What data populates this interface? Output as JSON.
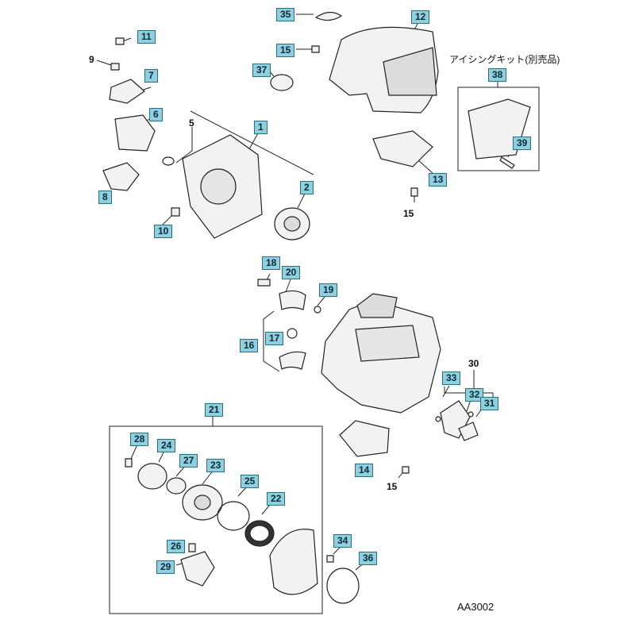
{
  "callouts": {
    "c1": "1",
    "c2": "2",
    "c5": "5",
    "c6": "6",
    "c7": "7",
    "c8": "8",
    "c9": "9",
    "c10": "10",
    "c11": "11",
    "c12": "12",
    "c13": "13",
    "c14": "14",
    "c15a": "15",
    "c15b": "15",
    "c15c": "15",
    "c16": "16",
    "c17": "17",
    "c18": "18",
    "c19": "19",
    "c20": "20",
    "c21": "21",
    "c22": "22",
    "c23": "23",
    "c24": "24",
    "c25": "25",
    "c26": "26",
    "c27": "27",
    "c28": "28",
    "c29": "29",
    "c30": "30",
    "c31": "31",
    "c32": "32",
    "c33": "33",
    "c34": "34",
    "c35": "35",
    "c36": "36",
    "c37": "37",
    "c38": "38",
    "c39": "39"
  },
  "icing_kit_caption": "アイシングキット(別売品)",
  "diagram_code": "AA3002",
  "colors": {
    "callout_fill": "#8fcfe0",
    "callout_border": "#2a6f80",
    "line": "#222222"
  }
}
